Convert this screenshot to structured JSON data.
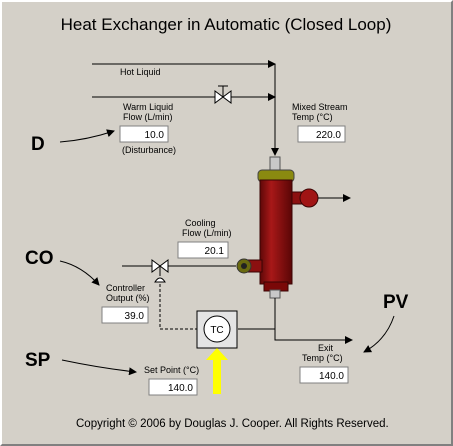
{
  "title": "Heat Exchanger in Automatic (Closed Loop)",
  "streams": {
    "hot_liquid": "Hot Liquid"
  },
  "warm_liquid": {
    "label_line1": "Warm Liquid",
    "label_line2": "Flow (L/min)",
    "value": "10.0",
    "note": "(Disturbance)"
  },
  "mixed_stream": {
    "label_line1": "Mixed Stream",
    "label_line2": "Temp (°C)",
    "value": "220.0"
  },
  "cooling": {
    "label_line1": "Cooling",
    "label_line2": "Flow (L/min)",
    "value": "20.1"
  },
  "controller_output": {
    "label_line1": "Controller",
    "label_line2": "Output (%)",
    "value": "39.0"
  },
  "set_point": {
    "label": "Set Point (°C)",
    "value": "140.0"
  },
  "exit_temp": {
    "label_line1": "Exit",
    "label_line2": "Temp (°C)",
    "value": "140.0"
  },
  "controller": {
    "label": "TC"
  },
  "callouts": {
    "d": "D",
    "co": "CO",
    "pv": "PV",
    "sp": "SP"
  },
  "copyright": "Copyright © 2006 by Douglas J. Cooper.  All Rights Reserved.",
  "colors": {
    "vessel": "#8b1010",
    "cap": "#8a8a10",
    "arrow_sp": "#ffff00"
  }
}
